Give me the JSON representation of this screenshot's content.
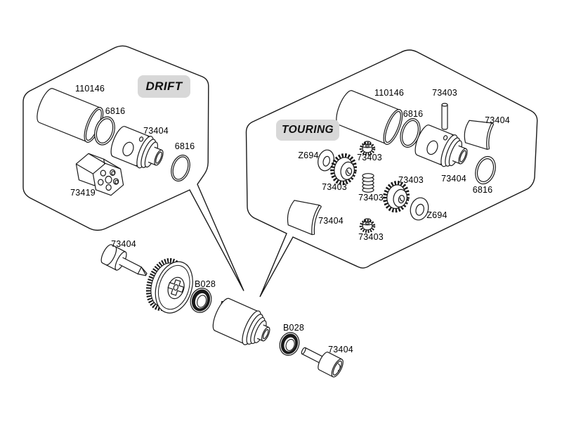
{
  "diagram": {
    "badges": {
      "drift": "DRIFT",
      "touring": "TOURING"
    },
    "labels": [
      {
        "id": "drift-cylinder",
        "text": "110146"
      },
      {
        "id": "drift-oring-1",
        "text": "6816"
      },
      {
        "id": "drift-diff-joint",
        "text": "73404"
      },
      {
        "id": "drift-oring-2",
        "text": "6816"
      },
      {
        "id": "drift-hex-adapter",
        "text": "73419"
      },
      {
        "id": "touring-cylinder",
        "text": "110146"
      },
      {
        "id": "touring-oring-1",
        "text": "6816"
      },
      {
        "id": "touring-pin",
        "text": "73403"
      },
      {
        "id": "touring-plate-top",
        "text": "73404"
      },
      {
        "id": "touring-washer-left",
        "text": "Z694"
      },
      {
        "id": "touring-pinion-top",
        "text": "73403"
      },
      {
        "id": "touring-bevel-left",
        "text": "73403"
      },
      {
        "id": "touring-spring",
        "text": "73403"
      },
      {
        "id": "touring-bevel-right",
        "text": "73403"
      },
      {
        "id": "touring-diff-joint",
        "text": "73404"
      },
      {
        "id": "touring-oring-2",
        "text": "6816"
      },
      {
        "id": "touring-washer-right",
        "text": "Z694"
      },
      {
        "id": "touring-plate-bottom",
        "text": "73404"
      },
      {
        "id": "touring-pinion-bottom",
        "text": "73403"
      },
      {
        "id": "main-outdrive-front",
        "text": "73404"
      },
      {
        "id": "main-bearing-left",
        "text": "B028"
      },
      {
        "id": "main-bearing-right",
        "text": "B028"
      },
      {
        "id": "main-outdrive-rear",
        "text": "73404"
      }
    ]
  }
}
